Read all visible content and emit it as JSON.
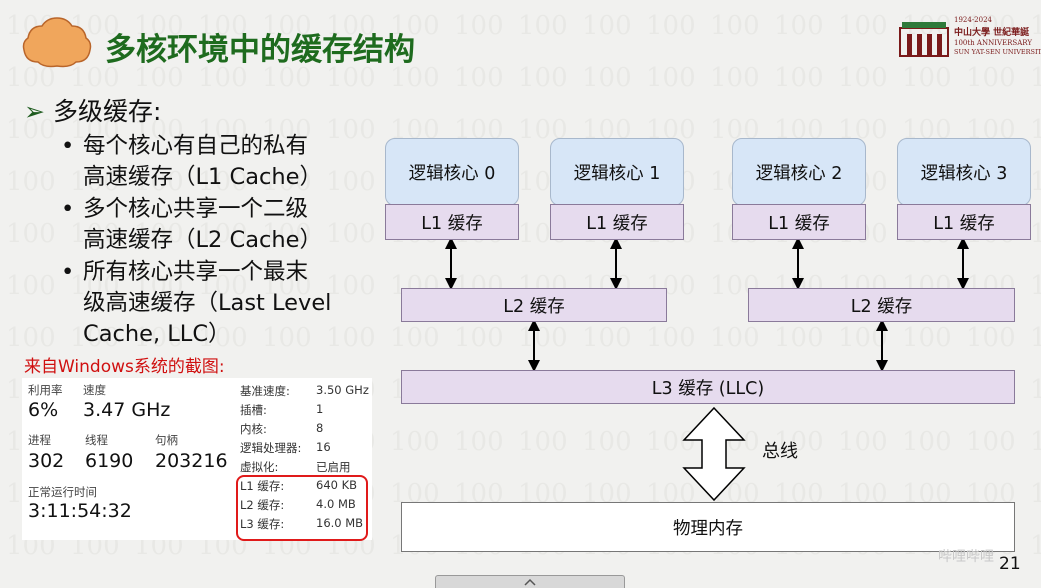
{
  "slide": {
    "title": "多核环境中的缓存结构",
    "page_number": "21",
    "main_bullet": "多级缓存:",
    "sub_bullets": [
      {
        "lines": [
          "每个核心有自己的私有",
          "高速缓存（L1 Cache）"
        ]
      },
      {
        "lines": [
          "多个核心共享一个二级",
          "高速缓存（L2 Cache）"
        ]
      },
      {
        "lines": [
          "所有核心共享一个最末",
          "级高速缓存（Last Level",
          "Cache, LLC）"
        ]
      }
    ],
    "screenshot_caption": "来自Windows系统的截图:"
  },
  "logo": {
    "years": "1924-2024",
    "name_cn": "中山大學 世紀華誕",
    "anniversary": "100th ANNIVERSARY",
    "university": "SUN YAT-SEN UNIVERSITY"
  },
  "windows_panel": {
    "utilization": {
      "label": "利用率",
      "value": "6%"
    },
    "speed": {
      "label": "速度",
      "value": "3.47 GHz"
    },
    "processes": {
      "label": "进程",
      "value": "302"
    },
    "threads": {
      "label": "线程",
      "value": "6190"
    },
    "handles": {
      "label": "句柄",
      "value": "203216"
    },
    "uptime": {
      "label": "正常运行时间",
      "value": "3:11:54:32"
    },
    "specs": [
      {
        "label": "基准速度:",
        "value": "3.50 GHz"
      },
      {
        "label": "插槽:",
        "value": "1"
      },
      {
        "label": "内核:",
        "value": "8"
      },
      {
        "label": "逻辑处理器:",
        "value": "16"
      },
      {
        "label": "虚拟化:",
        "value": "已启用"
      },
      {
        "label": "L1 缓存:",
        "value": "640 KB"
      },
      {
        "label": "L2 缓存:",
        "value": "4.0 MB"
      },
      {
        "label": "L3 缓存:",
        "value": "16.0 MB"
      }
    ]
  },
  "diagram": {
    "cores": [
      "逻辑核心 0",
      "逻辑核心 1",
      "逻辑核心 2",
      "逻辑核心 3"
    ],
    "l1_label": "L1 缓存",
    "l2_label": "L2 缓存",
    "l3_label": "L3 缓存 (LLC)",
    "bus_label": "总线",
    "memory_label": "物理内存"
  },
  "colors": {
    "title": "#1e6b1e",
    "core_fill": "#d7e6f7",
    "cache_fill": "#e6dbee",
    "highlight_red": "#e01a1a"
  },
  "overlay": {
    "watermark": "哔哩哔哩"
  }
}
